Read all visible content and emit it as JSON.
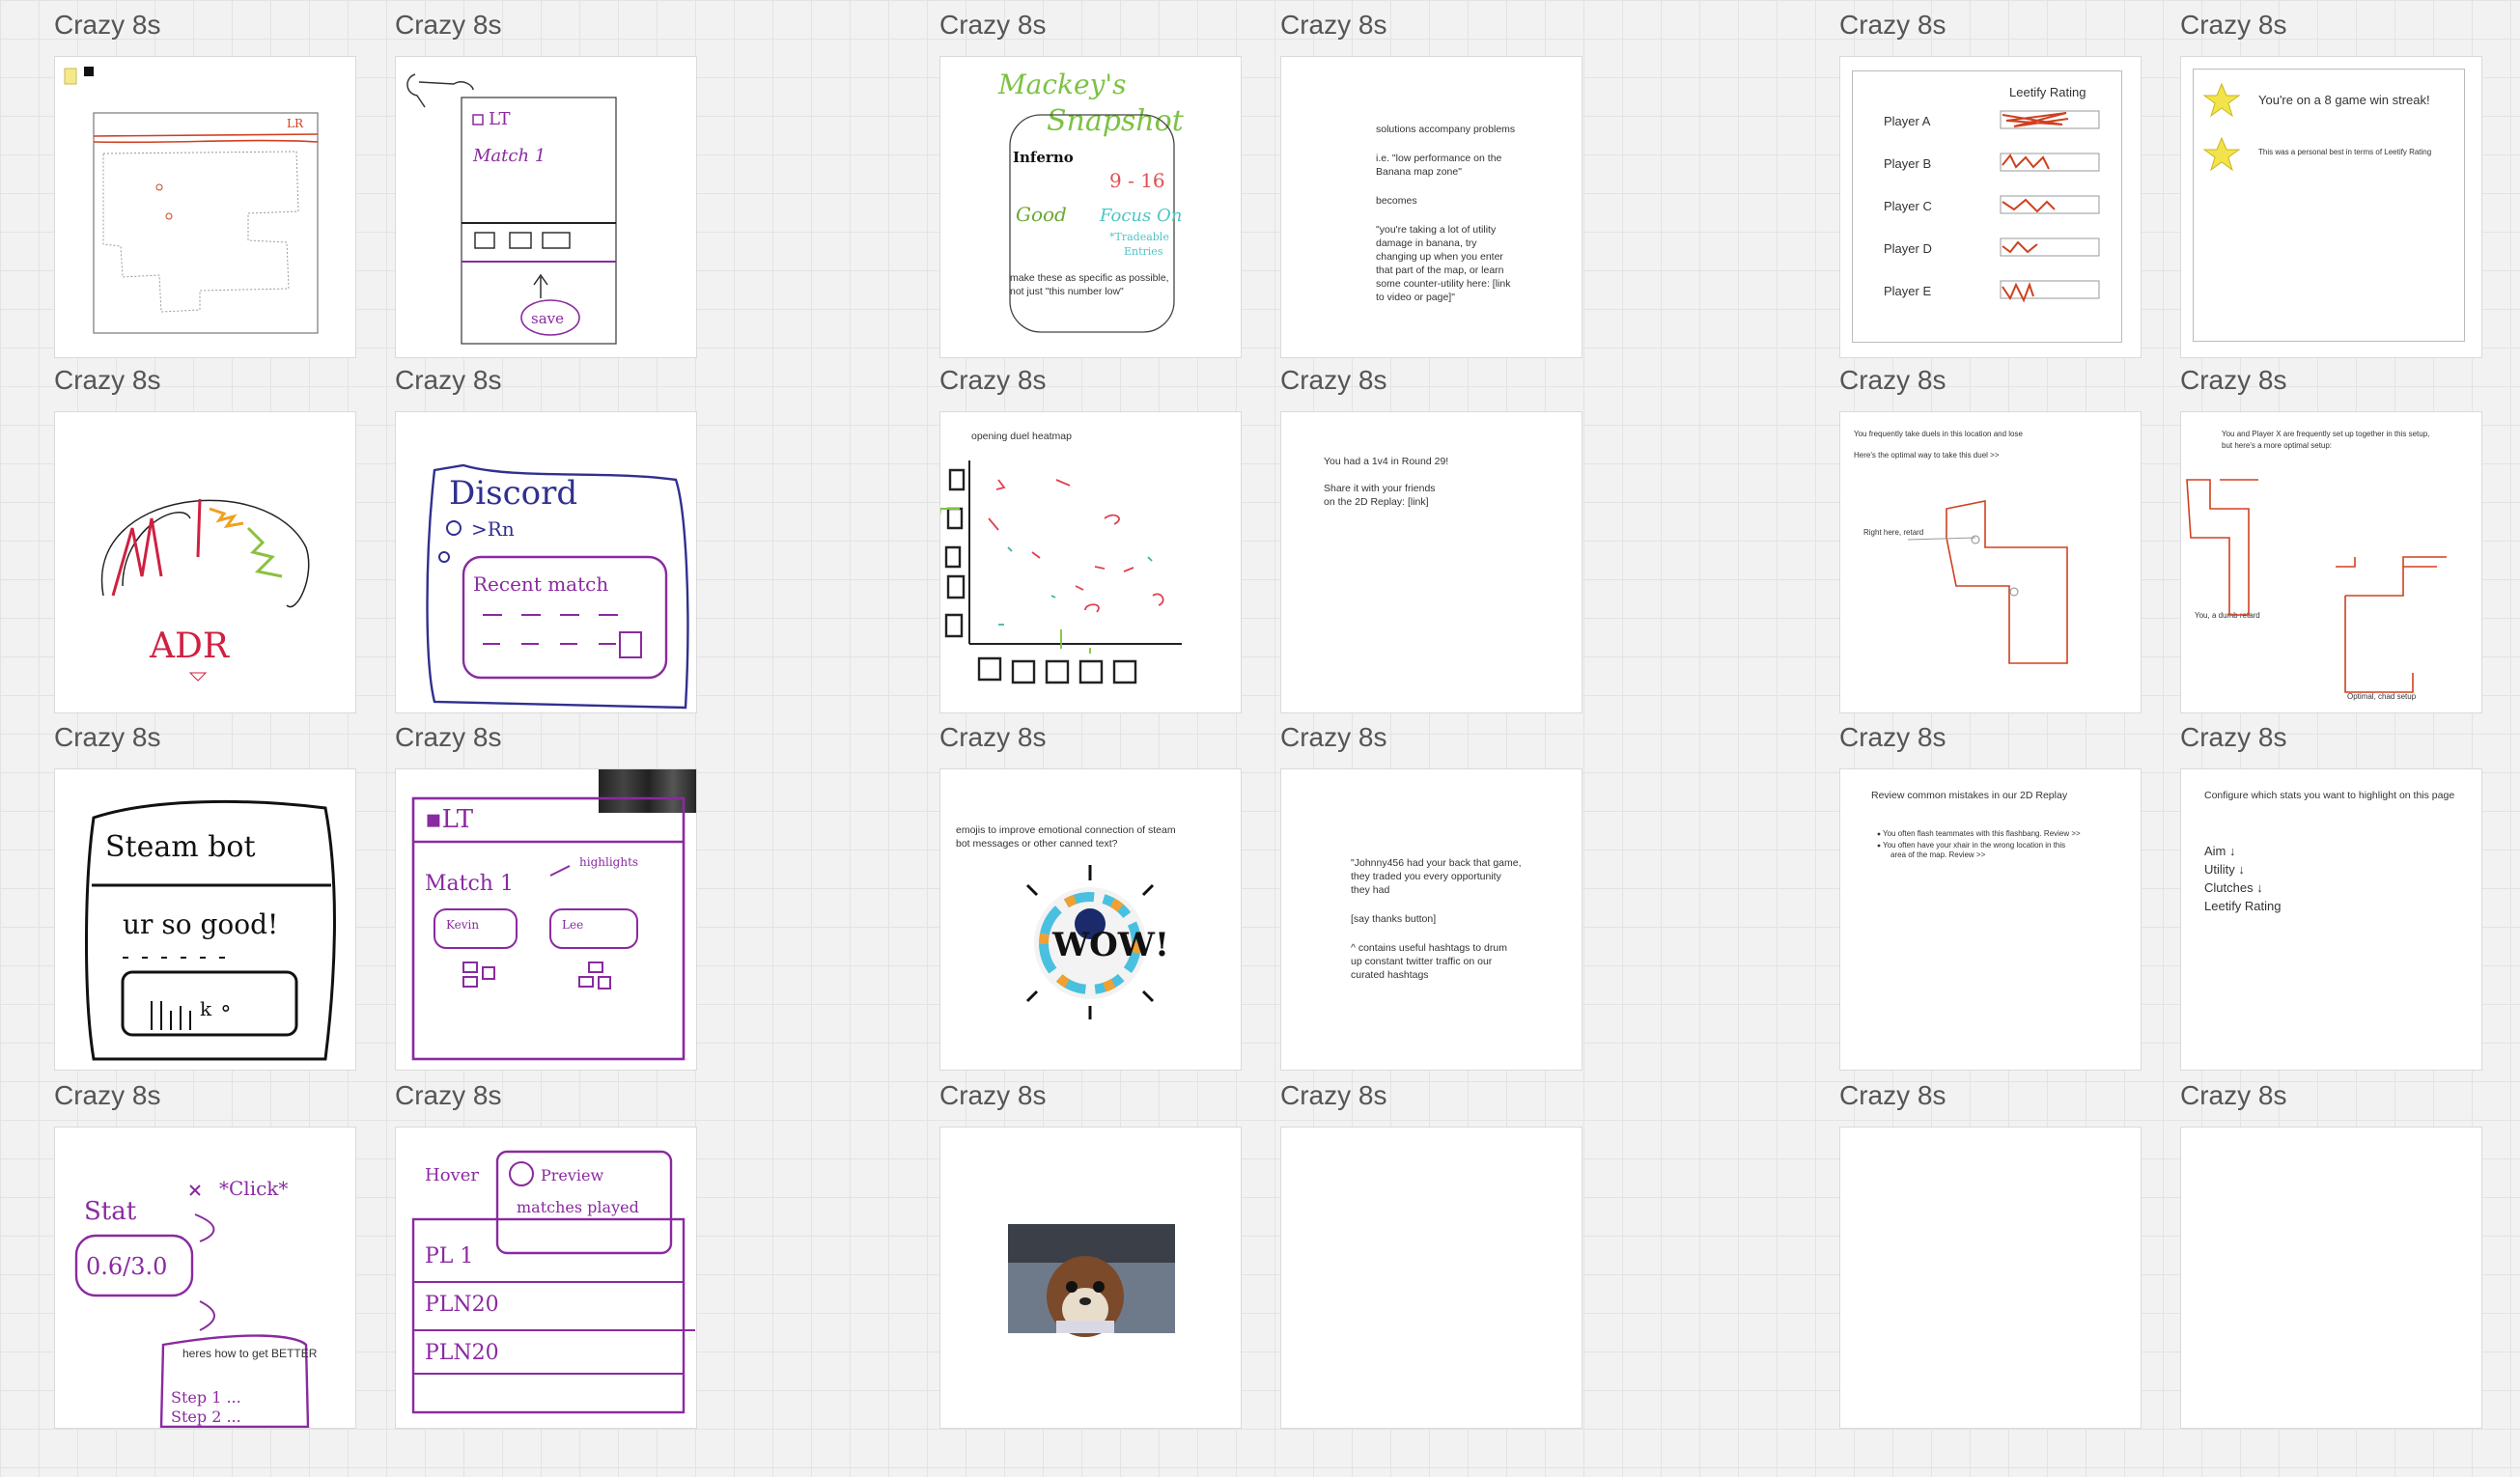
{
  "frame_title": "Crazy 8s",
  "frames": {
    "f3": {
      "t1": "make these as specific as possible,",
      "t2": "not just \"this number low\"",
      "inferno": "Inferno"
    },
    "f4": {
      "lines": [
        "solutions accompany problems",
        "",
        "i.e. \"low performance on the",
        "Banana map zone\"",
        "",
        "becomes",
        "",
        "\"you're taking a lot of utility",
        "damage in banana, try",
        "changing up when you enter",
        "that part of the map, or learn",
        "some counter-utility here: [link",
        "to video or page]\""
      ]
    },
    "f5": {
      "header": "Leetify Rating",
      "players": [
        "Player A",
        "Player B",
        "Player C",
        "Player D",
        "Player E"
      ]
    },
    "f6": {
      "title": "You're on a 8 game win streak!",
      "sub": "This was a personal best in terms of Leetify Rating"
    },
    "f9": {
      "title": "opening duel heatmap"
    },
    "f10": {
      "l1": "You had a 1v4 in Round 29!",
      "l2": "Share it with your friends",
      "l3": "on the 2D Replay: [link]"
    },
    "f11": {
      "l1": "You frequently take duels in this location and lose",
      "l2": "Here's the optimal way to take this duel >>",
      "label": "Right here, retard"
    },
    "f12": {
      "l1": "You and Player X are frequently set up together in this setup,",
      "l2": "but here's a more optimal setup:",
      "label1": "You, a dumb retard",
      "label2": "Optimal, chad setup"
    },
    "f15": {
      "l1": "emojis to improve emotional connection of steam",
      "l2": "bot messages or other canned text?",
      "wow": "WOW!"
    },
    "f16": {
      "lines": [
        "\"Johnny456 had your back that game,",
        "they traded you every opportunity",
        "they had",
        "",
        "[say thanks button]",
        "",
        "^ contains useful hashtags to drum",
        "up constant twitter traffic on our",
        "curated hashtags"
      ]
    },
    "f17": {
      "title": "Review common mistakes in our 2D Replay",
      "b1": "You often flash teammates with this flashbang. Review >>",
      "b2a": "You often have your xhair in the wrong location in this",
      "b2b": "area of the map. Review >>"
    },
    "f18": {
      "title": "Configure which stats you want to highlight on this page",
      "stats": [
        "Aim ↓",
        "Utility ↓",
        "Clutches ↓",
        "Leetify Rating"
      ]
    },
    "f19": {
      "text": "heres how to get BETTER"
    }
  }
}
